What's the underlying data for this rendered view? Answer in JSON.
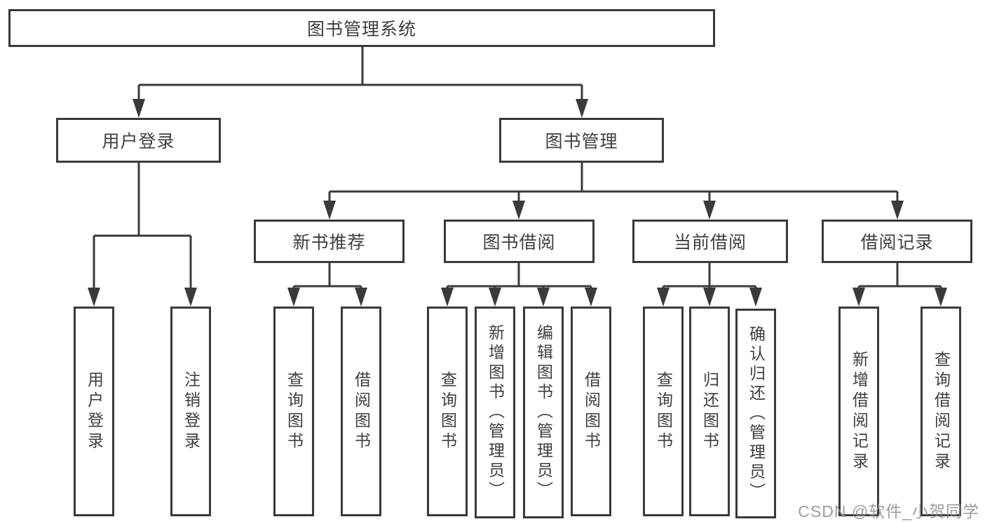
{
  "diagram": {
    "root": {
      "label": "图书管理系统"
    },
    "branches": [
      {
        "label": "用户登录",
        "leaves": [
          "用户登录",
          "注销登录"
        ]
      },
      {
        "label": "图书管理",
        "groups": [
          {
            "label": "新书推荐",
            "leaves": [
              "查询图书",
              "借阅图书"
            ]
          },
          {
            "label": "图书借阅",
            "leaves": [
              "查询图书",
              "新增图书（管理员）",
              "编辑图书（管理员）",
              "借阅图书"
            ]
          },
          {
            "label": "当前借阅",
            "leaves": [
              "查询图书",
              "归还图书",
              "确认归还（管理员）"
            ]
          },
          {
            "label": "借阅记录",
            "leaves": [
              "新增借阅记录",
              "查询借阅记录"
            ]
          }
        ]
      }
    ]
  },
  "watermark": {
    "text": "CSDN @软件_小贺同学"
  },
  "colors": {
    "line": "#3a3a3a",
    "text": "#3e3e3e",
    "background": "#ffffff",
    "watermark": "#909090"
  }
}
